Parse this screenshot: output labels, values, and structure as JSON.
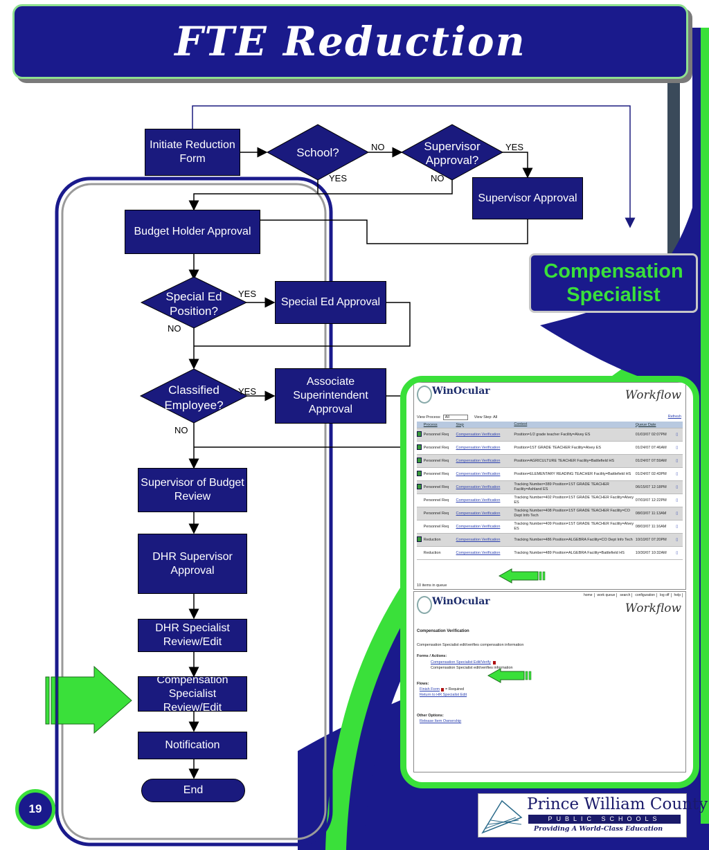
{
  "title": "FTE Reduction",
  "page_number": "19",
  "badge": {
    "line1": "Compensation",
    "line2": "Specialist"
  },
  "flow": {
    "initiate": "Initiate Reduction Form",
    "school": "School?",
    "supervisor_q1": "Supervisor",
    "supervisor_q2": "Approval?",
    "supervisor_approval": "Supervisor Approval",
    "budget_holder": "Budget Holder Approval",
    "special_ed_q1": "Special Ed",
    "special_ed_q2": "Position?",
    "special_ed_approval": "Special Ed Approval",
    "classified_q1": "Classified",
    "classified_q2": "Employee?",
    "assoc_super": "Associate Superintendent Approval",
    "sup_budget": "Supervisor of Budget Review",
    "dhr_supervisor": "DHR Supervisor Approval",
    "dhr_specialist": "DHR Specialist Review/Edit",
    "comp_specialist": "Compensation Specialist Review/Edit",
    "notification": "Notification",
    "end": "End",
    "labels": {
      "no": "NO",
      "yes": "YES"
    }
  },
  "screenshot": {
    "logo": "WinOcular",
    "workflow": "Workflow",
    "view_process_label": "View Process:",
    "view_process_value": "All",
    "view_step": "View Step:  All",
    "refresh": "Refresh",
    "headers": {
      "process": "Process",
      "step": "Step",
      "context": "Context",
      "queue_date": "Queue Date"
    },
    "rows": [
      {
        "process": "Personnel Req",
        "step": "Compensation Verification",
        "context": "Position=1/2 grade teacher Facility=Alvey ES",
        "date": "01/03/07 02:07PM"
      },
      {
        "process": "Personnel Req",
        "step": "Compensation Verification",
        "context": "Position=1ST GRADE TEACHER Facility=Alvey ES",
        "date": "01/24/07 07:46AM"
      },
      {
        "process": "Personnel Req",
        "step": "Compensation Verification",
        "context": "Position=AGRICULTURE TEACHER Facility=Battlefield HS",
        "date": "01/24/07 07:59AM"
      },
      {
        "process": "Personnel Req",
        "step": "Compensation Verification",
        "context": "Position=ELEMENTARY READING TEACHER Facility=Battlefield HS",
        "date": "01/24/07 02:43PM"
      },
      {
        "process": "Personnel Req",
        "step": "Compensation Verification",
        "context": "Tracking Number=389 Position=1ST GRADE TEACHER Facility=Ashland ES",
        "date": "06/15/07 12:18PM"
      },
      {
        "process": "Personnel Req",
        "step": "Compensation Verification",
        "context": "Tracking Number=402 Position=1ST GRADE TEACHER Facility=Alvey ES",
        "date": "07/03/07 12:22PM"
      },
      {
        "process": "Personnel Req",
        "step": "Compensation Verification",
        "context": "Tracking Number=408 Position=1ST GRADE TEACHER Facility=CO Dept Info Tech",
        "date": "08/03/07 11:13AM"
      },
      {
        "process": "Personnel Req",
        "step": "Compensation Verification",
        "context": "Tracking Number=409 Position=1ST GRADE TEACHER Facility=Alvey ES",
        "date": "08/03/07 11:16AM"
      },
      {
        "process": "Reduction",
        "step": "Compensation Verification",
        "context": "Tracking Number=486 Position=ALGEBRA Facility=CO Dept Info Tech",
        "date": "10/10/07 07:20PM"
      },
      {
        "process": "Reduction",
        "step": "Compensation Verification",
        "context": "Tracking Number=489 Position=ALGEBRA Facility=Battlefield HS",
        "date": "10/30/07 10:32AM"
      }
    ],
    "items_count": "10 items in queue",
    "nav": [
      "home",
      "work queue",
      "search",
      "configuration",
      "log off",
      "help"
    ],
    "page_title": "Compensation Verification",
    "description": "Compensation Specialist edit/verifies compensation information",
    "forms_label": "Forms / Actions:",
    "form_link": "Compensation Specialist Edit/Verify",
    "form_desc": "Compensation Specialist edit/verifies information",
    "flows_label": "Flows:",
    "finish_link": "Finish Form",
    "required_note": "= Required",
    "return_link": "Return to HR Specialist Edit",
    "other_label": "Other Options:",
    "release_link": "Release Item Ownership"
  },
  "footer_logo": {
    "name": "Prince William County",
    "sub": "PUBLIC SCHOOLS",
    "tagline": "Providing A World-Class Education"
  },
  "colors": {
    "navy": "#1a1a7e",
    "green": "#3ae03a",
    "accent_bg": "#1a1a8c"
  }
}
